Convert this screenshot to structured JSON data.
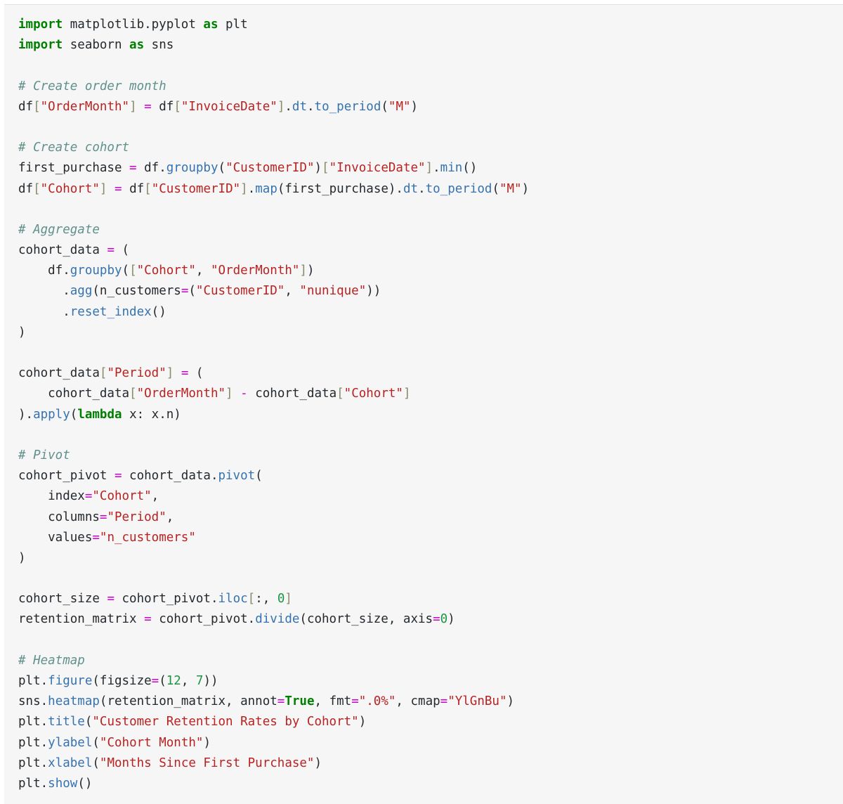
{
  "editor": {
    "language": "python",
    "background_color": "#f6f6f6",
    "page_background_color": "#ffffff",
    "border_color": "#e2e2e2"
  },
  "syntax_colors": {
    "keyword": "#008000",
    "comment": "#61918c",
    "string": "#ba2121",
    "function": "#3572b0",
    "operator": "#cc00cc",
    "bracket": "#8a8a6a",
    "number": "#1a9641",
    "plain": "#24292e"
  },
  "code": {
    "lines": [
      [
        [
          "kw",
          "import"
        ],
        [
          "pl",
          " matplotlib.pyplot "
        ],
        [
          "kw",
          "as"
        ],
        [
          "pl",
          " plt"
        ]
      ],
      [
        [
          "kw",
          "import"
        ],
        [
          "pl",
          " seaborn "
        ],
        [
          "kw",
          "as"
        ],
        [
          "pl",
          " sns"
        ]
      ],
      [],
      [
        [
          "cm",
          "# Create order month"
        ]
      ],
      [
        [
          "pl",
          "df"
        ],
        [
          "br",
          "["
        ],
        [
          "str",
          "\"OrderMonth\""
        ],
        [
          "br",
          "]"
        ],
        [
          "pl",
          " "
        ],
        [
          "op",
          "="
        ],
        [
          "pl",
          " df"
        ],
        [
          "br",
          "["
        ],
        [
          "str",
          "\"InvoiceDate\""
        ],
        [
          "br",
          "]"
        ],
        [
          "pl",
          "."
        ],
        [
          "fn",
          "dt"
        ],
        [
          "pl",
          "."
        ],
        [
          "fn",
          "to_period"
        ],
        [
          "pl",
          "("
        ],
        [
          "str",
          "\"M\""
        ],
        [
          "pl",
          ")"
        ]
      ],
      [],
      [
        [
          "cm",
          "# Create cohort"
        ]
      ],
      [
        [
          "pl",
          "first_purchase "
        ],
        [
          "op",
          "="
        ],
        [
          "pl",
          " df."
        ],
        [
          "fn",
          "groupby"
        ],
        [
          "pl",
          "("
        ],
        [
          "str",
          "\"CustomerID\""
        ],
        [
          "pl",
          ")"
        ],
        [
          "br",
          "["
        ],
        [
          "str",
          "\"InvoiceDate\""
        ],
        [
          "br",
          "]"
        ],
        [
          "pl",
          "."
        ],
        [
          "fn",
          "min"
        ],
        [
          "pl",
          "()"
        ]
      ],
      [
        [
          "pl",
          "df"
        ],
        [
          "br",
          "["
        ],
        [
          "str",
          "\"Cohort\""
        ],
        [
          "br",
          "]"
        ],
        [
          "pl",
          " "
        ],
        [
          "op",
          "="
        ],
        [
          "pl",
          " df"
        ],
        [
          "br",
          "["
        ],
        [
          "str",
          "\"CustomerID\""
        ],
        [
          "br",
          "]"
        ],
        [
          "pl",
          "."
        ],
        [
          "fn",
          "map"
        ],
        [
          "pl",
          "(first_purchase)."
        ],
        [
          "fn",
          "dt"
        ],
        [
          "pl",
          "."
        ],
        [
          "fn",
          "to_period"
        ],
        [
          "pl",
          "("
        ],
        [
          "str",
          "\"M\""
        ],
        [
          "pl",
          ")"
        ]
      ],
      [],
      [
        [
          "cm",
          "# Aggregate"
        ]
      ],
      [
        [
          "pl",
          "cohort_data "
        ],
        [
          "op",
          "="
        ],
        [
          "pl",
          " ("
        ]
      ],
      [
        [
          "pl",
          "    df."
        ],
        [
          "fn",
          "groupby"
        ],
        [
          "pl",
          "("
        ],
        [
          "br",
          "["
        ],
        [
          "str",
          "\"Cohort\""
        ],
        [
          "pl",
          ", "
        ],
        [
          "str",
          "\"OrderMonth\""
        ],
        [
          "br",
          "]"
        ],
        [
          "pl",
          ")"
        ]
      ],
      [
        [
          "pl",
          "      ."
        ],
        [
          "fn",
          "agg"
        ],
        [
          "pl",
          "(n_customers"
        ],
        [
          "op",
          "="
        ],
        [
          "pl",
          "("
        ],
        [
          "str",
          "\"CustomerID\""
        ],
        [
          "pl",
          ", "
        ],
        [
          "str",
          "\"nunique\""
        ],
        [
          "pl",
          "))"
        ]
      ],
      [
        [
          "pl",
          "      ."
        ],
        [
          "fn",
          "reset_index"
        ],
        [
          "pl",
          "()"
        ]
      ],
      [
        [
          "pl",
          ")"
        ]
      ],
      [],
      [
        [
          "pl",
          "cohort_data"
        ],
        [
          "br",
          "["
        ],
        [
          "str",
          "\"Period\""
        ],
        [
          "br",
          "]"
        ],
        [
          "pl",
          " "
        ],
        [
          "op",
          "="
        ],
        [
          "pl",
          " ("
        ]
      ],
      [
        [
          "pl",
          "    cohort_data"
        ],
        [
          "br",
          "["
        ],
        [
          "str",
          "\"OrderMonth\""
        ],
        [
          "br",
          "]"
        ],
        [
          "pl",
          " "
        ],
        [
          "op",
          "-"
        ],
        [
          "pl",
          " cohort_data"
        ],
        [
          "br",
          "["
        ],
        [
          "str",
          "\"Cohort\""
        ],
        [
          "br",
          "]"
        ]
      ],
      [
        [
          "pl",
          ")."
        ],
        [
          "fn",
          "apply"
        ],
        [
          "pl",
          "("
        ],
        [
          "kw",
          "lambda"
        ],
        [
          "pl",
          " x: x.n)"
        ]
      ],
      [],
      [
        [
          "cm",
          "# Pivot"
        ]
      ],
      [
        [
          "pl",
          "cohort_pivot "
        ],
        [
          "op",
          "="
        ],
        [
          "pl",
          " cohort_data."
        ],
        [
          "fn",
          "pivot"
        ],
        [
          "pl",
          "("
        ]
      ],
      [
        [
          "pl",
          "    index"
        ],
        [
          "op",
          "="
        ],
        [
          "str",
          "\"Cohort\""
        ],
        [
          "pl",
          ","
        ]
      ],
      [
        [
          "pl",
          "    columns"
        ],
        [
          "op",
          "="
        ],
        [
          "str",
          "\"Period\""
        ],
        [
          "pl",
          ","
        ]
      ],
      [
        [
          "pl",
          "    values"
        ],
        [
          "op",
          "="
        ],
        [
          "str",
          "\"n_customers\""
        ]
      ],
      [
        [
          "pl",
          ")"
        ]
      ],
      [],
      [
        [
          "pl",
          "cohort_size "
        ],
        [
          "op",
          "="
        ],
        [
          "pl",
          " cohort_pivot."
        ],
        [
          "fn",
          "iloc"
        ],
        [
          "br",
          "["
        ],
        [
          "pl",
          ":, "
        ],
        [
          "num",
          "0"
        ],
        [
          "br",
          "]"
        ]
      ],
      [
        [
          "pl",
          "retention_matrix "
        ],
        [
          "op",
          "="
        ],
        [
          "pl",
          " cohort_pivot."
        ],
        [
          "fn",
          "divide"
        ],
        [
          "pl",
          "(cohort_size, axis"
        ],
        [
          "op",
          "="
        ],
        [
          "num",
          "0"
        ],
        [
          "pl",
          ")"
        ]
      ],
      [],
      [
        [
          "cm",
          "# Heatmap"
        ]
      ],
      [
        [
          "pl",
          "plt."
        ],
        [
          "fn",
          "figure"
        ],
        [
          "pl",
          "(figsize"
        ],
        [
          "op",
          "="
        ],
        [
          "pl",
          "("
        ],
        [
          "num",
          "12"
        ],
        [
          "pl",
          ", "
        ],
        [
          "num",
          "7"
        ],
        [
          "pl",
          "))"
        ]
      ],
      [
        [
          "pl",
          "sns."
        ],
        [
          "fn",
          "heatmap"
        ],
        [
          "pl",
          "(retention_matrix, annot"
        ],
        [
          "op",
          "="
        ],
        [
          "kw",
          "True"
        ],
        [
          "pl",
          ", fmt"
        ],
        [
          "op",
          "="
        ],
        [
          "str",
          "\".0%\""
        ],
        [
          "pl",
          ", cmap"
        ],
        [
          "op",
          "="
        ],
        [
          "str",
          "\"YlGnBu\""
        ],
        [
          "pl",
          ")"
        ]
      ],
      [
        [
          "pl",
          "plt."
        ],
        [
          "fn",
          "title"
        ],
        [
          "pl",
          "("
        ],
        [
          "str",
          "\"Customer Retention Rates by Cohort\""
        ],
        [
          "pl",
          ")"
        ]
      ],
      [
        [
          "pl",
          "plt."
        ],
        [
          "fn",
          "ylabel"
        ],
        [
          "pl",
          "("
        ],
        [
          "str",
          "\"Cohort Month\""
        ],
        [
          "pl",
          ")"
        ]
      ],
      [
        [
          "pl",
          "plt."
        ],
        [
          "fn",
          "xlabel"
        ],
        [
          "pl",
          "("
        ],
        [
          "str",
          "\"Months Since First Purchase\""
        ],
        [
          "pl",
          ")"
        ]
      ],
      [
        [
          "pl",
          "plt."
        ],
        [
          "fn",
          "show"
        ],
        [
          "pl",
          "()"
        ]
      ]
    ]
  }
}
